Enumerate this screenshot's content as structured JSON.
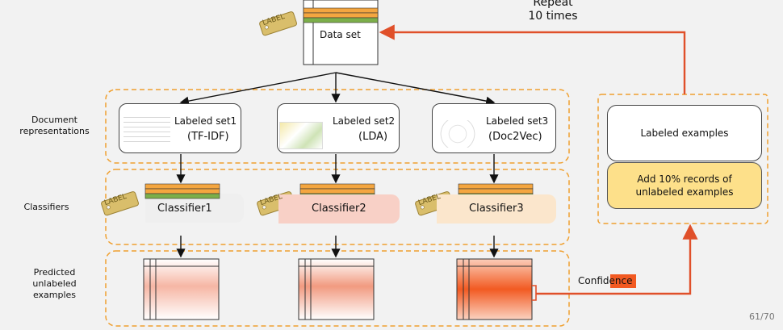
{
  "top_caption_fragment": "",
  "repeat": {
    "line1": "Repeat",
    "line2": "10 times"
  },
  "data_set": {
    "label": "Data set",
    "tag": "LABEL"
  },
  "row_labels": {
    "doc_repr": [
      "Document",
      "representations"
    ],
    "classifiers": "Classifiers",
    "predicted": [
      "Predicted",
      "unlabeled",
      "examples"
    ]
  },
  "labeled_sets": [
    {
      "title": "Labeled set1",
      "method": "(TF-IDF)"
    },
    {
      "title": "Labeled set2",
      "method": "(LDA)"
    },
    {
      "title": "Labeled set3",
      "method": "(Doc2Vec)"
    }
  ],
  "classifiers": [
    {
      "name": "Classifier1",
      "tag": "LABEL",
      "bg": "#efefef"
    },
    {
      "name": "Classifier2",
      "tag": "LABEL",
      "bg": "#f8d0c6"
    },
    {
      "name": "Classifier3",
      "tag": "LABEL",
      "bg": "#fbe6cc"
    }
  ],
  "confidence": "Confidence",
  "right_panel": {
    "labeled_examples": "Labeled examples",
    "add_records": [
      "Add 10% records of",
      "unlabeled examples"
    ]
  },
  "page_number": "61/70",
  "colors": {
    "accent_orange": "#f0a030",
    "arrow_red": "#e0502a",
    "stripe_orange": "#f4a640",
    "stripe_green": "#7cae4a",
    "yellow_box": "#fde08a"
  }
}
